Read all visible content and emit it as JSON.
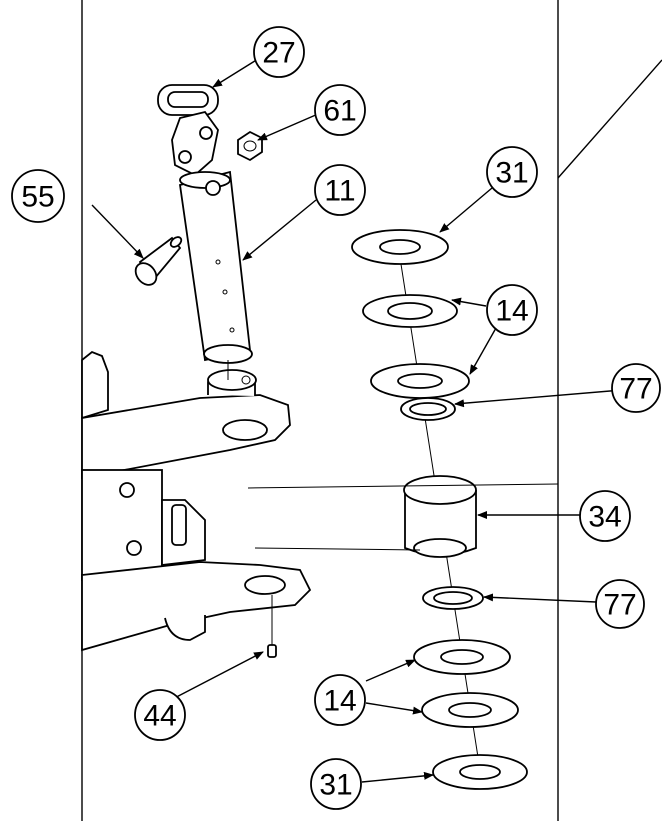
{
  "callouts": [
    {
      "id": "c27",
      "label": "27"
    },
    {
      "id": "c61",
      "label": "61"
    },
    {
      "id": "c55",
      "label": "55"
    },
    {
      "id": "c11",
      "label": "11"
    },
    {
      "id": "c31a",
      "label": "31"
    },
    {
      "id": "c14a",
      "label": "14"
    },
    {
      "id": "c77a",
      "label": "77"
    },
    {
      "id": "c34",
      "label": "34"
    },
    {
      "id": "c77b",
      "label": "77"
    },
    {
      "id": "c44",
      "label": "44"
    },
    {
      "id": "c14b",
      "label": "14"
    },
    {
      "id": "c31b",
      "label": "31"
    }
  ]
}
